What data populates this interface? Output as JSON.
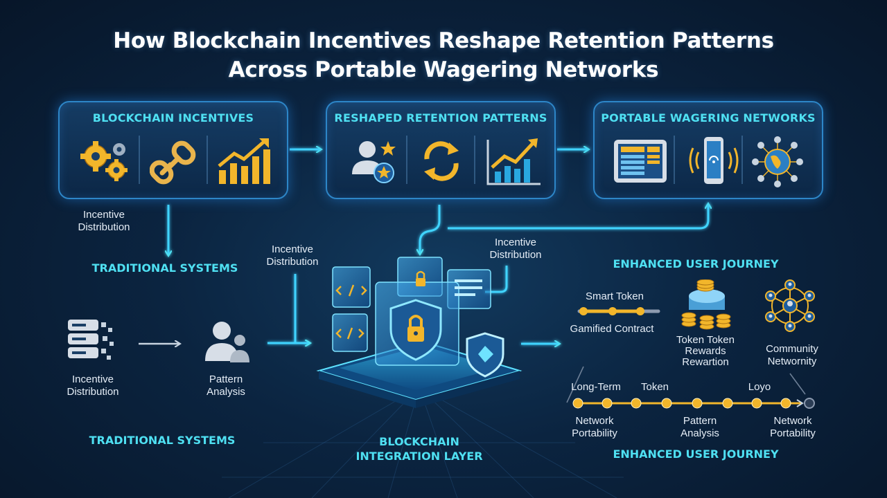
{
  "title": {
    "line1": "How Blockchain Incentives Reshape Retention Patterns",
    "line2": "Across Portable Wagering Networks"
  },
  "boxes": {
    "incentives": {
      "title": "BLOCKCHAIN INCENTIVES",
      "icons": [
        "gears-icon",
        "chain-link-icon",
        "growth-chart-icon"
      ]
    },
    "retention": {
      "title": "RESHAPED RETENTION PATTERNS",
      "icons": [
        "user-star-icon",
        "cycle-arrows-icon",
        "growth-chart-icon"
      ]
    },
    "networks": {
      "title": "PORTABLE WAGERING NETWORKS",
      "icons": [
        "tablet-dashboard-icon",
        "smartphone-signal-icon",
        "globe-network-icon"
      ]
    }
  },
  "labels": {
    "incentive_distribution_1": "Incentive\nDistribution",
    "incentive_distribution_2": "Incentive\nDistribution",
    "incentive_distribution_3": "Incentive\nDistribution",
    "incentive_distribution_4": "Incentive\nDistribution",
    "pattern_analysis_1": "Pattern\nAnalysis",
    "traditional_systems_1": "TRADITIONAL SYSTEMS",
    "traditional_systems_2": "TRADITIONAL SYSTEMS",
    "integration_layer": "BLOCKCHAIN\nINTEGRATION LAYER",
    "enhanced_journey_1": "ENHANCED USER JOURNEY",
    "enhanced_journey_2": "ENHANCED USER JOURNEY"
  },
  "journey": {
    "smart_token": "Smart Token",
    "gamified_contract": "Gamified Contract",
    "token_rewards": "Token Token\nRewards\nRewartion",
    "community": "Community\nNetwornity",
    "timeline_top": [
      "Long-Term",
      "Token",
      "Loyo"
    ],
    "timeline_bottom": [
      "Network\nPortability",
      "Pattern\nAnalysis",
      "Network\nPortability"
    ]
  },
  "colors": {
    "accent": "#4fe0f2",
    "gold": "#f2b62b",
    "line": "#3fd4ff",
    "background": "#0b2440"
  }
}
